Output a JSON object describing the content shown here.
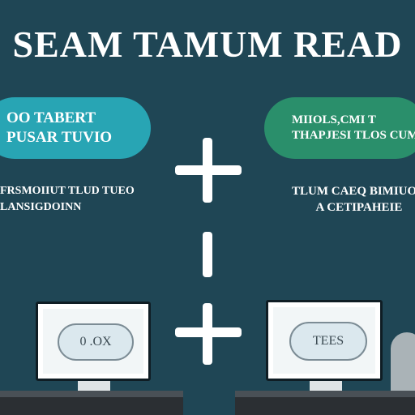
{
  "title": "SEAM TAMUM READ",
  "left_pill": {
    "line1": "OO TABERT",
    "line2": "PUSAR TUVIO"
  },
  "right_pill": {
    "line1": "MIIOLS,CMI T",
    "line2": "THAPJESI TLOS CUMHYUGE"
  },
  "left_caption": {
    "line1": "FRSMOIIUT TLUD TUEO",
    "line2": "LANSIGDOINN"
  },
  "right_caption": {
    "line1": "TLUM CAEQ BIMIUOO",
    "line2": "A CETIPAHEIE"
  },
  "left_screen_text": "0 .OX",
  "right_screen_text": "TEES",
  "colors": {
    "background": "#1f4655",
    "left_pill": "#28a5b4",
    "right_pill": "#2a8f6b"
  }
}
